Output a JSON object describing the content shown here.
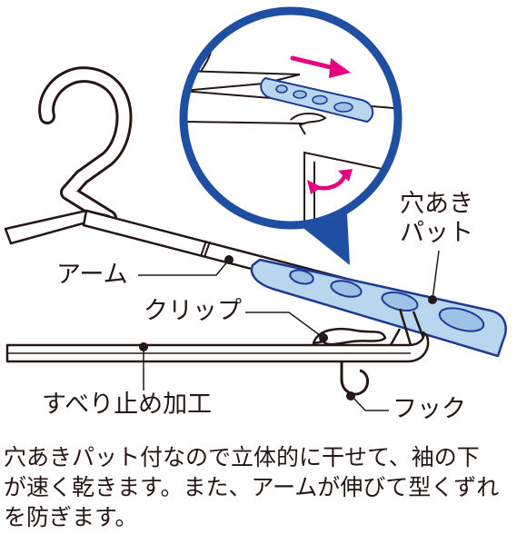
{
  "labels": {
    "arm": "アーム",
    "clip": "クリップ",
    "non_slip": "すべり止め加工",
    "hook": "フック",
    "pad_line1": "穴あき",
    "pad_line2": "パット"
  },
  "caption": {
    "line1": "穴あきパット付なので立体的に干せて、袖の下",
    "line2": "が速く乾きます。また、アームが伸びて型くずれ",
    "line3": "を防ぎます。"
  },
  "colors": {
    "outline": "#231815",
    "pad_fill": "#b9d6ef",
    "pad_stroke": "#1f3a93",
    "zoom_ring": "#1f4fa3",
    "arrow_pink": "#e4007f"
  }
}
